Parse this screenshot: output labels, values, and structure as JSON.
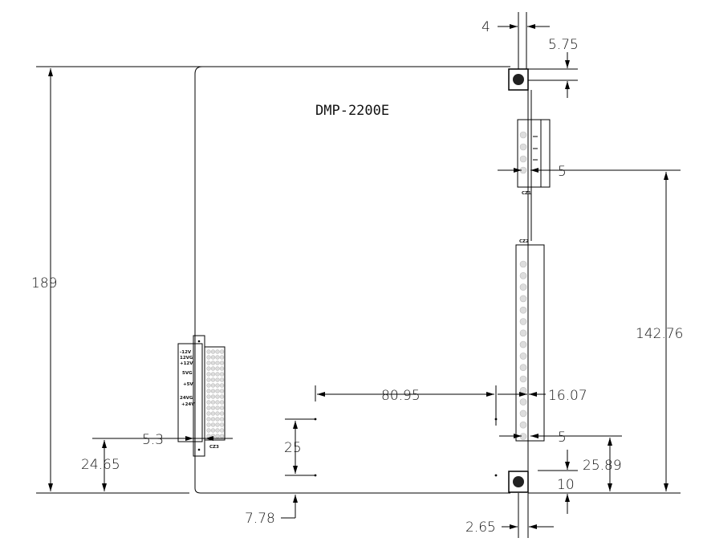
{
  "board": {
    "title": "DMP-2200E"
  },
  "connectors": {
    "cz1": "CZ1",
    "cz2": "CZ2",
    "cz3": "CZ3",
    "cz3_labels": [
      "-12V",
      "12VG",
      "+12V",
      "5VG",
      "+5V",
      "24VG",
      "+24V"
    ]
  },
  "dimensions": {
    "height": "189",
    "top_gap": "4",
    "top_offset": "5.75",
    "cz1_offset": "5",
    "cz1_height": "142.76",
    "hole_spacing_h": "80.95",
    "hole_to_edge": "16.07",
    "cz2_offset": "5",
    "hole_spacing_v": "25",
    "cz2_height": "25.89",
    "cz3_offset": "5.3",
    "cz3_height": "24.65",
    "bottom_hole": "10",
    "bottom_offset": "7.78",
    "bottom_gap": "2.65"
  }
}
